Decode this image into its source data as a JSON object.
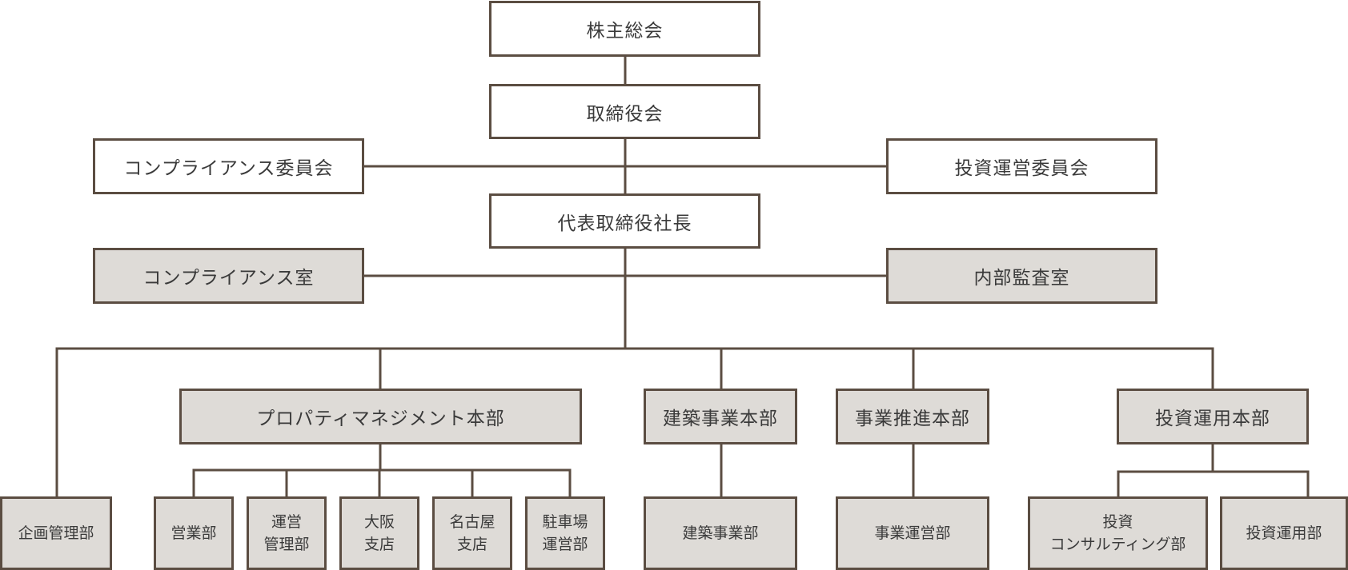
{
  "org_chart": {
    "shareholders_meeting": "株主総会",
    "board_of_directors": "取締役会",
    "compliance_committee": "コンプライアンス委員会",
    "investment_management_committee": "投資運営委員会",
    "president": "代表取締役社長",
    "compliance_office": "コンプライアンス室",
    "internal_audit_office": "内部監査室",
    "property_management_division": "プロパティマネジメント本部",
    "construction_division": "建築事業本部",
    "business_promotion_division": "事業推進本部",
    "investment_operations_division": "投資運用本部",
    "planning_management_dept": "企画管理部",
    "sales_dept": "営業部",
    "operations_management_dept": "運営\n管理部",
    "osaka_branch": "大阪\n支店",
    "nagoya_branch": "名古屋\n支店",
    "parking_operations_dept": "駐車場\n運営部",
    "construction_business_dept": "建築事業部",
    "business_operations_dept": "事業運営部",
    "investment_consulting_dept": "投資\nコンサルティング部",
    "investment_operations_dept": "投資運用部"
  },
  "colors": {
    "line": "#5b4d42",
    "gray_fill": "#dedbd7",
    "white_fill": "#ffffff",
    "text": "#3a3a3a"
  }
}
